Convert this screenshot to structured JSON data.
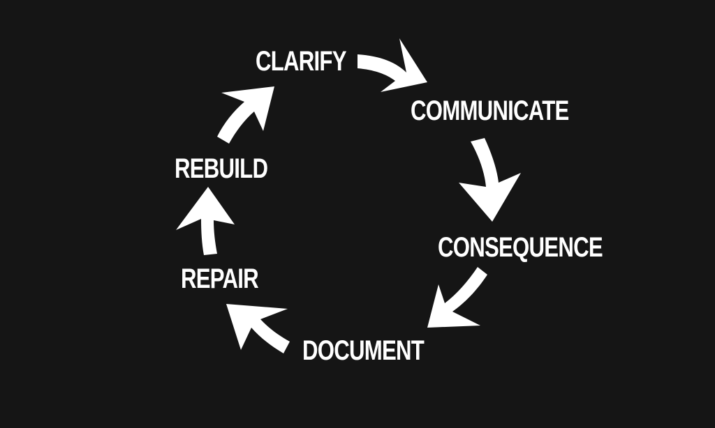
{
  "diagram": {
    "type": "cycle",
    "steps": [
      {
        "id": "clarify",
        "label": "CLARIFY"
      },
      {
        "id": "communicate",
        "label": "COMMUNICATE"
      },
      {
        "id": "consequence",
        "label": "CONSEQUENCE"
      },
      {
        "id": "document",
        "label": "DOCUMENT"
      },
      {
        "id": "repair",
        "label": "REPAIR"
      },
      {
        "id": "rebuild",
        "label": "REBUILD"
      }
    ],
    "flow": [
      {
        "from": "clarify",
        "to": "communicate"
      },
      {
        "from": "communicate",
        "to": "consequence"
      },
      {
        "from": "consequence",
        "to": "document"
      },
      {
        "from": "document",
        "to": "repair"
      },
      {
        "from": "repair",
        "to": "rebuild"
      },
      {
        "from": "rebuild",
        "to": "clarify"
      }
    ],
    "colors": {
      "background": "#151515",
      "foreground": "#ffffff"
    }
  }
}
